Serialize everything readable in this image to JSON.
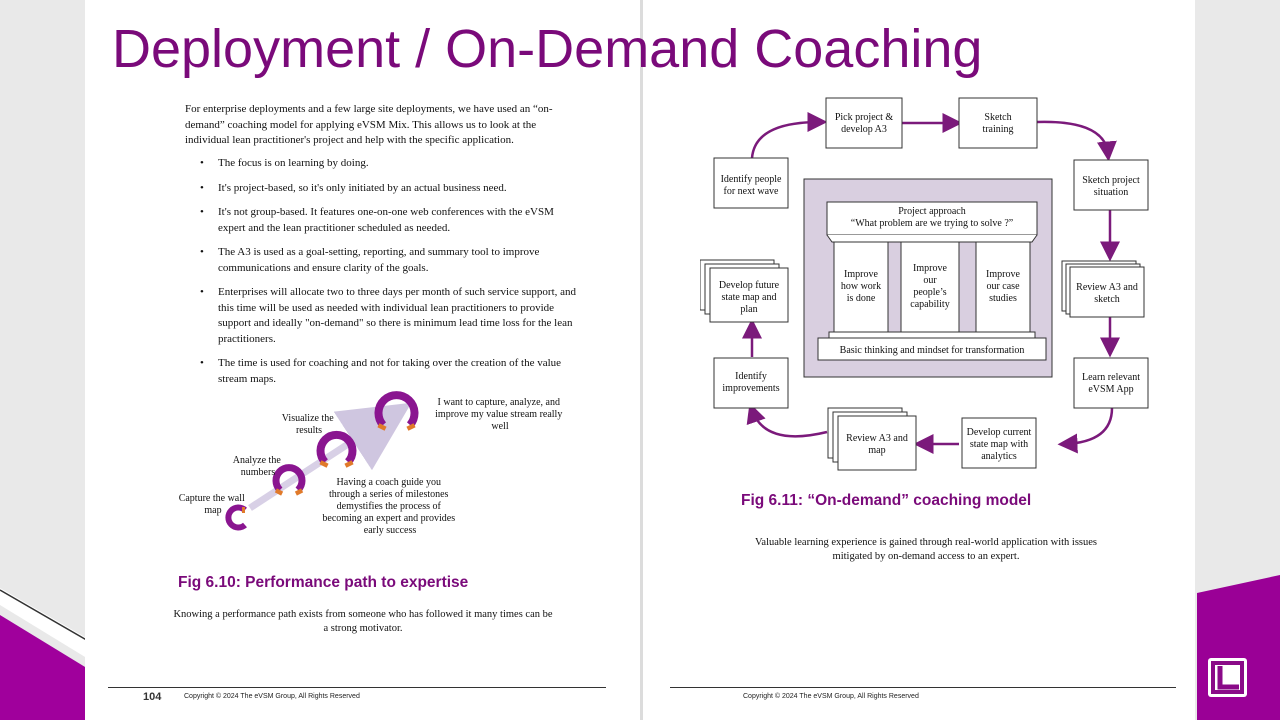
{
  "slide": {
    "title": "Deployment / On-Demand Coaching"
  },
  "left_page": {
    "intro": "For enterprise deployments and a few large site deployments, we have used an “on-demand” coaching model for applying eVSM Mix. This allows us to look at the individual lean practitioner's project and help with the specific application.",
    "bullets": [
      "The focus is on learning by doing.",
      "It's project-based, so it's only initiated by an actual business need.",
      "It's not group-based. It features one-on-one web conferences with the eVSM expert and the lean practitioner scheduled as needed.",
      "The A3 is used as a goal-setting, reporting, and summary tool to improve communications and ensure clarity of the goals.",
      "Enterprises will allocate two to three days per month of such service support, and this time will be used as needed with individual lean practitioners to provide support and ideally \"on-demand\" so there is minimum lead time loss for the lean practitioners.",
      "The time is used for coaching and not for taking over the creation of the value stream maps."
    ],
    "path_labels": {
      "capture": [
        "Capture the wall",
        "map"
      ],
      "analyze": [
        "Analyze the",
        "numbers"
      ],
      "visualize": [
        "Visualize the",
        "results"
      ],
      "goal": [
        "I want to capture, analyze, and",
        "improve my value stream really",
        "well"
      ],
      "coach": [
        "Having a coach guide you",
        "through a series of milestones",
        "demystifies the process of",
        "becoming an expert and provides",
        "early success"
      ]
    },
    "fig_caption": "Fig 6.10: Performance path to expertise",
    "fig_description": "Knowing a performance path exists from someone who has followed it many times can be a strong motivator.",
    "page_number": "104",
    "copyright": "Copyright © 2024 The eVSM Group, All Rights Reserved"
  },
  "right_page": {
    "cycle": {
      "pick": [
        "Pick project &",
        "develop A3"
      ],
      "sketch_training": [
        "Sketch",
        "training"
      ],
      "sketch_situation": [
        "Sketch project",
        "situation"
      ],
      "review_sketch": [
        "Review A3 and",
        "sketch"
      ],
      "learn_app": [
        "Learn relevant",
        "eVSM App"
      ],
      "develop_current": [
        "Develop current",
        "state map with",
        "analytics"
      ],
      "review_map": [
        "Review A3 and",
        "map"
      ],
      "identify_improvements": [
        "Identify",
        "improvements"
      ],
      "develop_future": [
        "Develop future",
        "state map and",
        "plan"
      ],
      "identify_people": [
        "Identify people",
        "for next wave"
      ]
    },
    "temple": {
      "roof": [
        "Project  approach",
        "“What problem are we trying to solve ?”"
      ],
      "pillar1": [
        "Improve",
        "how work",
        "is done"
      ],
      "pillar2": [
        "Improve",
        "our",
        "people’s",
        "capability"
      ],
      "pillar3": [
        "Improve",
        "our case",
        "studies"
      ],
      "base": "Basic thinking and mindset for transformation"
    },
    "fig_caption": "Fig 6.11: “On-demand” coaching model",
    "fig_description": "Valuable learning experience is gained through real-world application with issues mitigated by on-demand access to an expert.",
    "copyright": "Copyright © 2024 The eVSM Group, All Rights Reserved"
  },
  "colors": {
    "accent_purple": "#7a0a7a",
    "diagram_purple": "#7b1a7b",
    "temple_fill": "#d9cfe0",
    "magnet_orange": "#e07a2a"
  },
  "icons": [
    "logo-icon"
  ]
}
